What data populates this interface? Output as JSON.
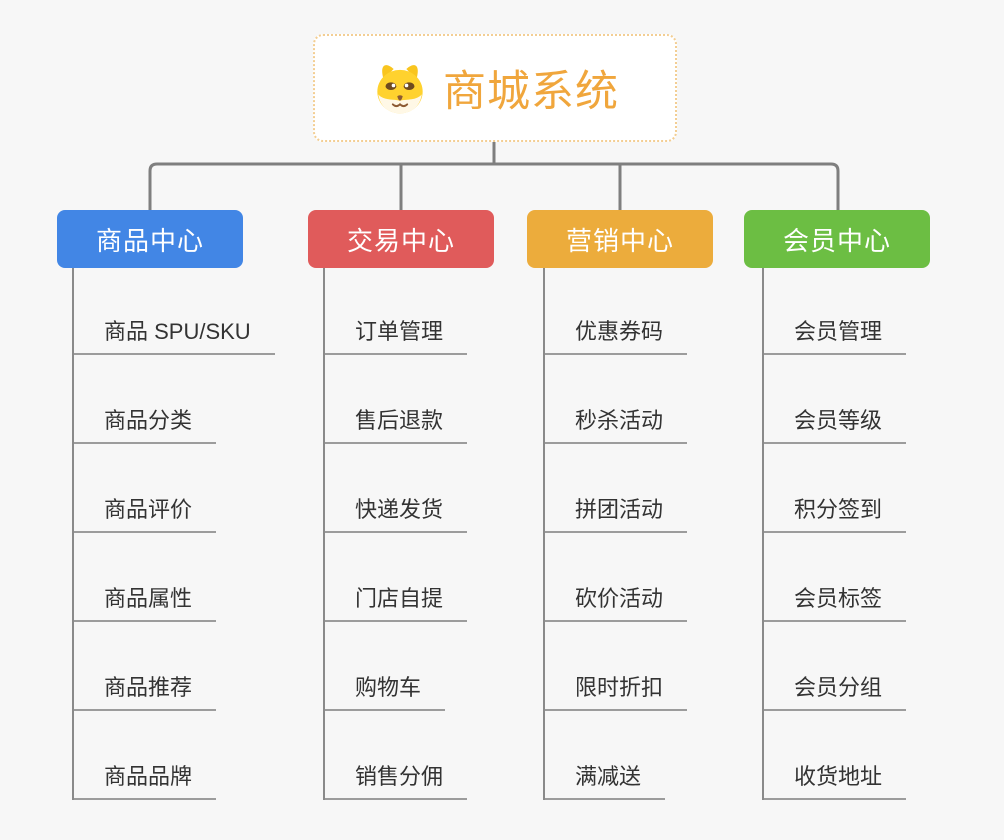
{
  "root": {
    "title": "商城系统",
    "icon": "dog-face-icon"
  },
  "branches": [
    {
      "label": "商品中心",
      "color": "#4286e5",
      "items": [
        "商品 SPU/SKU",
        "商品分类",
        "商品评价",
        "商品属性",
        "商品推荐",
        "商品品牌"
      ]
    },
    {
      "label": "交易中心",
      "color": "#e05b5b",
      "items": [
        "订单管理",
        "售后退款",
        "快递发货",
        "门店自提",
        "购物车",
        "销售分佣"
      ]
    },
    {
      "label": "营销中心",
      "color": "#ecac3c",
      "items": [
        "优惠券码",
        "秒杀活动",
        "拼团活动",
        "砍价活动",
        "限时折扣",
        "满减送"
      ]
    },
    {
      "label": "会员中心",
      "color": "#6cbe43",
      "items": [
        "会员管理",
        "会员等级",
        "积分签到",
        "会员标签",
        "会员分组",
        "收货地址"
      ]
    }
  ],
  "colors": {
    "background": "#f7f7f7",
    "connector": "#7f7f7f",
    "branch_line": "#8a8a8a",
    "leaf_underline": "#9c9c9c",
    "root_accent": "#f0a63c",
    "root_border": "#f3ce93",
    "leaf_text": "#333333"
  }
}
